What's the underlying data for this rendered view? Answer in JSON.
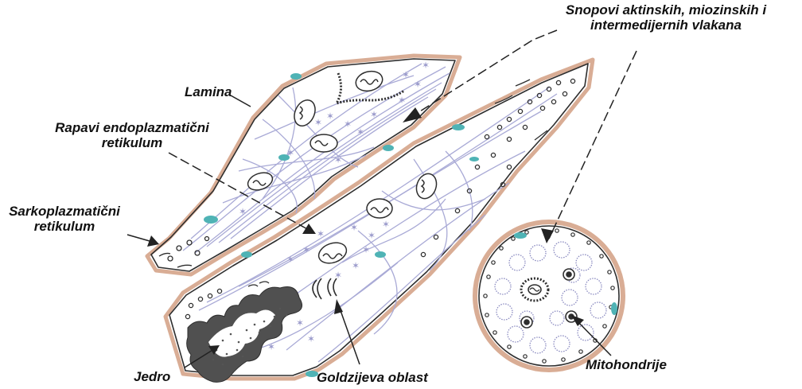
{
  "labels": {
    "bundles_line1": "Snopovi aktinskih, miozinskih i",
    "bundles_line2": "intermedijernih vlakana",
    "lamina": "Lamina",
    "rough_er_line1": "Rapavi endoplazmatični",
    "rough_er_line2": "retikulum",
    "sarco_line1": "Sarkoplazmatični",
    "sarco_line2": "retikulum",
    "nucleus": "Jedro",
    "golgi": "Goldzijeva oblast",
    "mito": "Mitohondrije"
  },
  "colors": {
    "membrane": "#d9ad95",
    "outline": "#2e2e2e",
    "filament": "#a9aad6",
    "nucleus": "#505050",
    "dots": "#555555",
    "teal": "#4fb3b5"
  }
}
